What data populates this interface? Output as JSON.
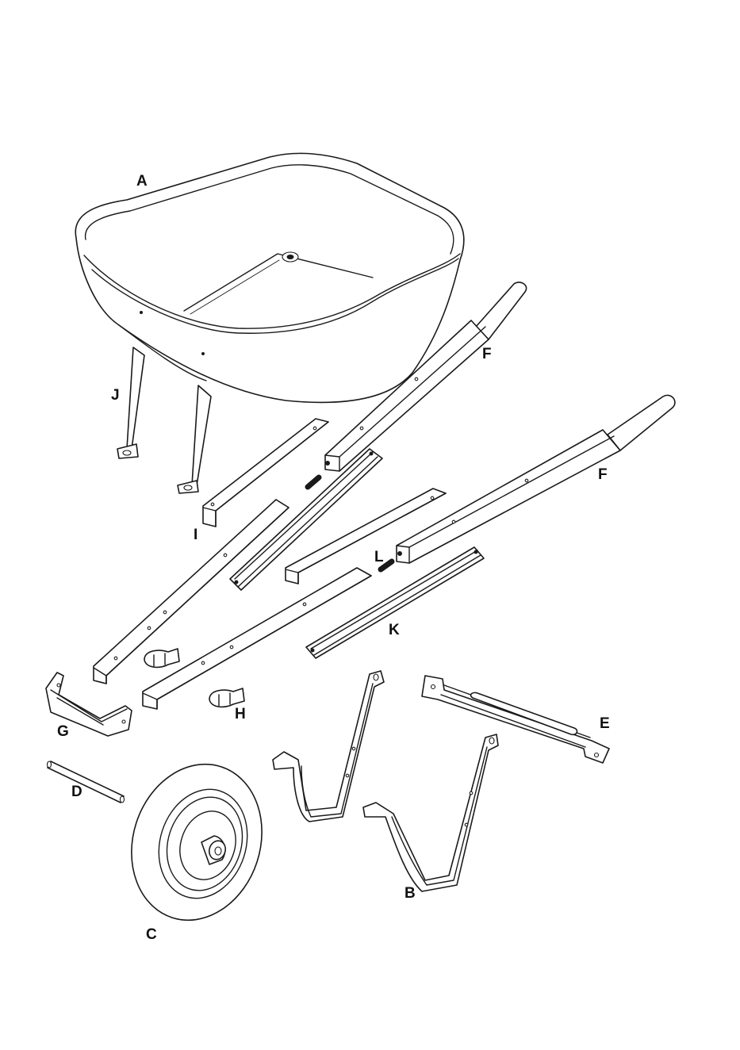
{
  "parts": {
    "A": "A",
    "B": "B",
    "C": "C",
    "D": "D",
    "E": "E",
    "F1": "F",
    "F2": "F",
    "G": "G",
    "H": "H",
    "I": "I",
    "J": "J",
    "K": "K",
    "L": "L"
  }
}
